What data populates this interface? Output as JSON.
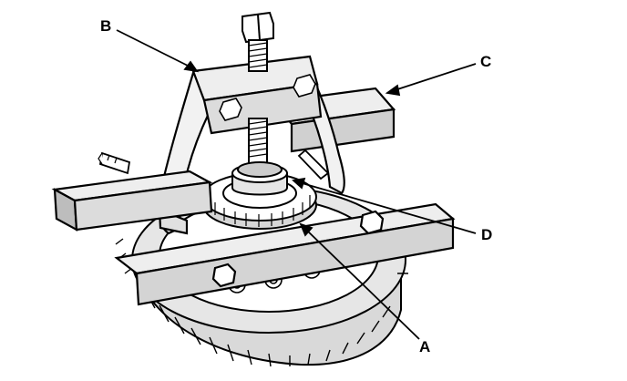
{
  "labels": {
    "a": "A",
    "b": "B",
    "c": "C",
    "d": "D"
  },
  "colors": {
    "ink": "#000000",
    "paper": "#ffffff",
    "shade": "#d9d9d9",
    "shade_light": "#eeeeee"
  }
}
